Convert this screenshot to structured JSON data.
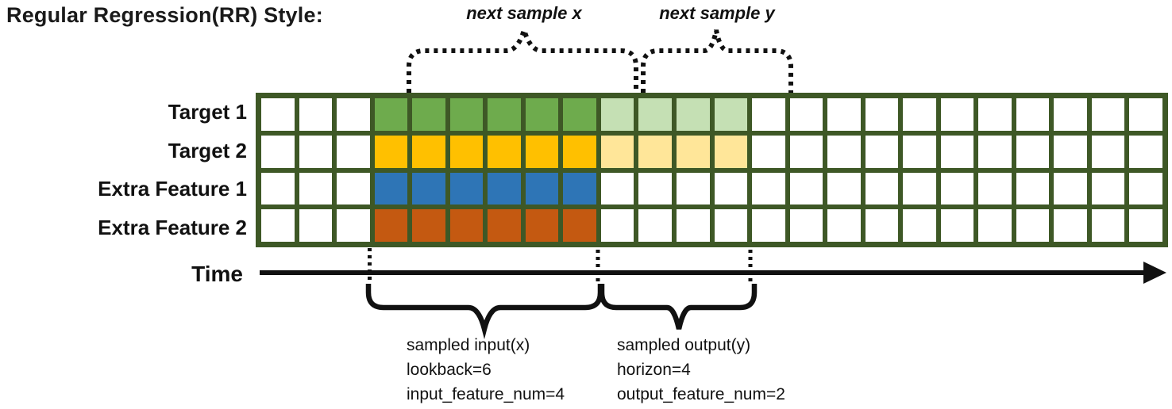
{
  "title": "Regular Regression(RR) Style:",
  "top_annotations": {
    "next_x": "next sample x",
    "next_y": "next sample y"
  },
  "grid": {
    "columns": 24,
    "lookback_start_col": 4,
    "lookback": 6,
    "horizon": 4,
    "rows": [
      {
        "label": "Target 1",
        "lookback_color": "green",
        "horizon_color": "light_green"
      },
      {
        "label": "Target 2",
        "lookback_color": "yellow",
        "horizon_color": "light_yellow"
      },
      {
        "label": "Extra Feature 1",
        "lookback_color": "blue",
        "horizon_color": null
      },
      {
        "label": "Extra Feature 2",
        "lookback_color": "orange",
        "horizon_color": null
      }
    ]
  },
  "time_axis": {
    "label": "Time"
  },
  "annotations": {
    "input": {
      "lines": [
        "sampled input(x)",
        "lookback=6",
        "input_feature_num=4"
      ]
    },
    "output": {
      "lines": [
        "sampled output(y)",
        "horizon=4",
        "output_feature_num=2"
      ]
    }
  },
  "colors": {
    "green": "#6EAB4D",
    "light_green": "#C5E0B4",
    "yellow": "#FFC000",
    "light_yellow": "#FFE699",
    "blue": "#2E75B6",
    "orange": "#C45911",
    "grid_border": "#3E5826",
    "cell_white": "#FFFFFF",
    "ink": "#111111"
  }
}
